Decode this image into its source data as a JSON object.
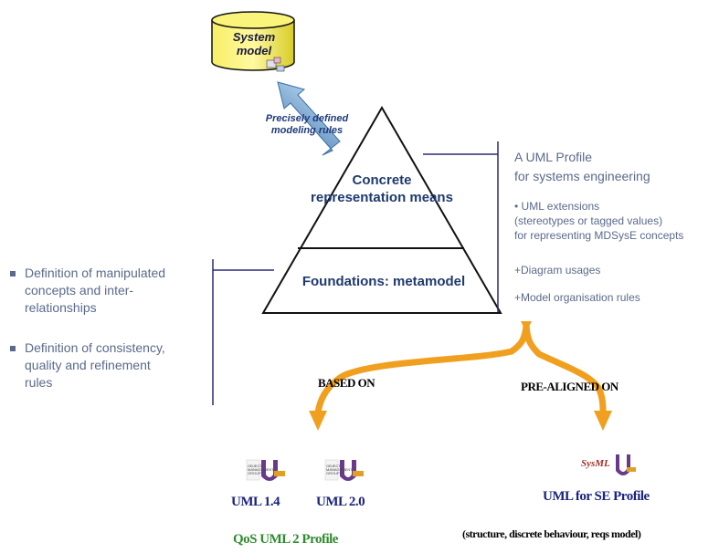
{
  "database": {
    "label_line1": "System",
    "label_line2": "model"
  },
  "rules_arrow": {
    "line1": "Precisely defined",
    "line2": "modeling rules"
  },
  "pyramid": {
    "top_line1": "Concrete",
    "top_line2": "representation means",
    "bottom": "Foundations: metamodel"
  },
  "right_panel": {
    "title_line1": "A UML Profile",
    "title_line2": "for systems engineering",
    "ext_line1": "UML extensions",
    "ext_line2": "(stereotypes or tagged values)",
    "ext_line3": "for representing MDSysE concepts",
    "item2": "+Diagram usages",
    "item3": "+Model organisation rules"
  },
  "left_panel": {
    "item1_line1": "Definition of manipulated",
    "item1_line2": "concepts and inter-",
    "item1_line3": "relationships",
    "item2_line1": "Definition of consistency,",
    "item2_line2": "quality and refinement",
    "item2_line3": "rules"
  },
  "arrows": {
    "left_label": "BASED ON",
    "right_label": "PRE-ALIGNED ON"
  },
  "profiles": {
    "uml14": "UML 1.4",
    "uml20": "UML 2.0",
    "qos": "QoS UML 2 Profile",
    "se_profile": "UML for SE Profile",
    "se_caption": "(structure, discrete behaviour, reqs model)",
    "sysml_logo_text": "SysML",
    "omg_tiny_line1": "OBJECT",
    "omg_tiny_line2": "MANAGEMENT",
    "omg_tiny_line3": "GROUP"
  },
  "colors": {
    "cylinder": "#f2e94a",
    "triangle_line": "#1a1a1a",
    "connector_line": "#2a2a7a",
    "orange_arrow": "#f0a01e",
    "blue_arrow": "#9cc4e4"
  }
}
